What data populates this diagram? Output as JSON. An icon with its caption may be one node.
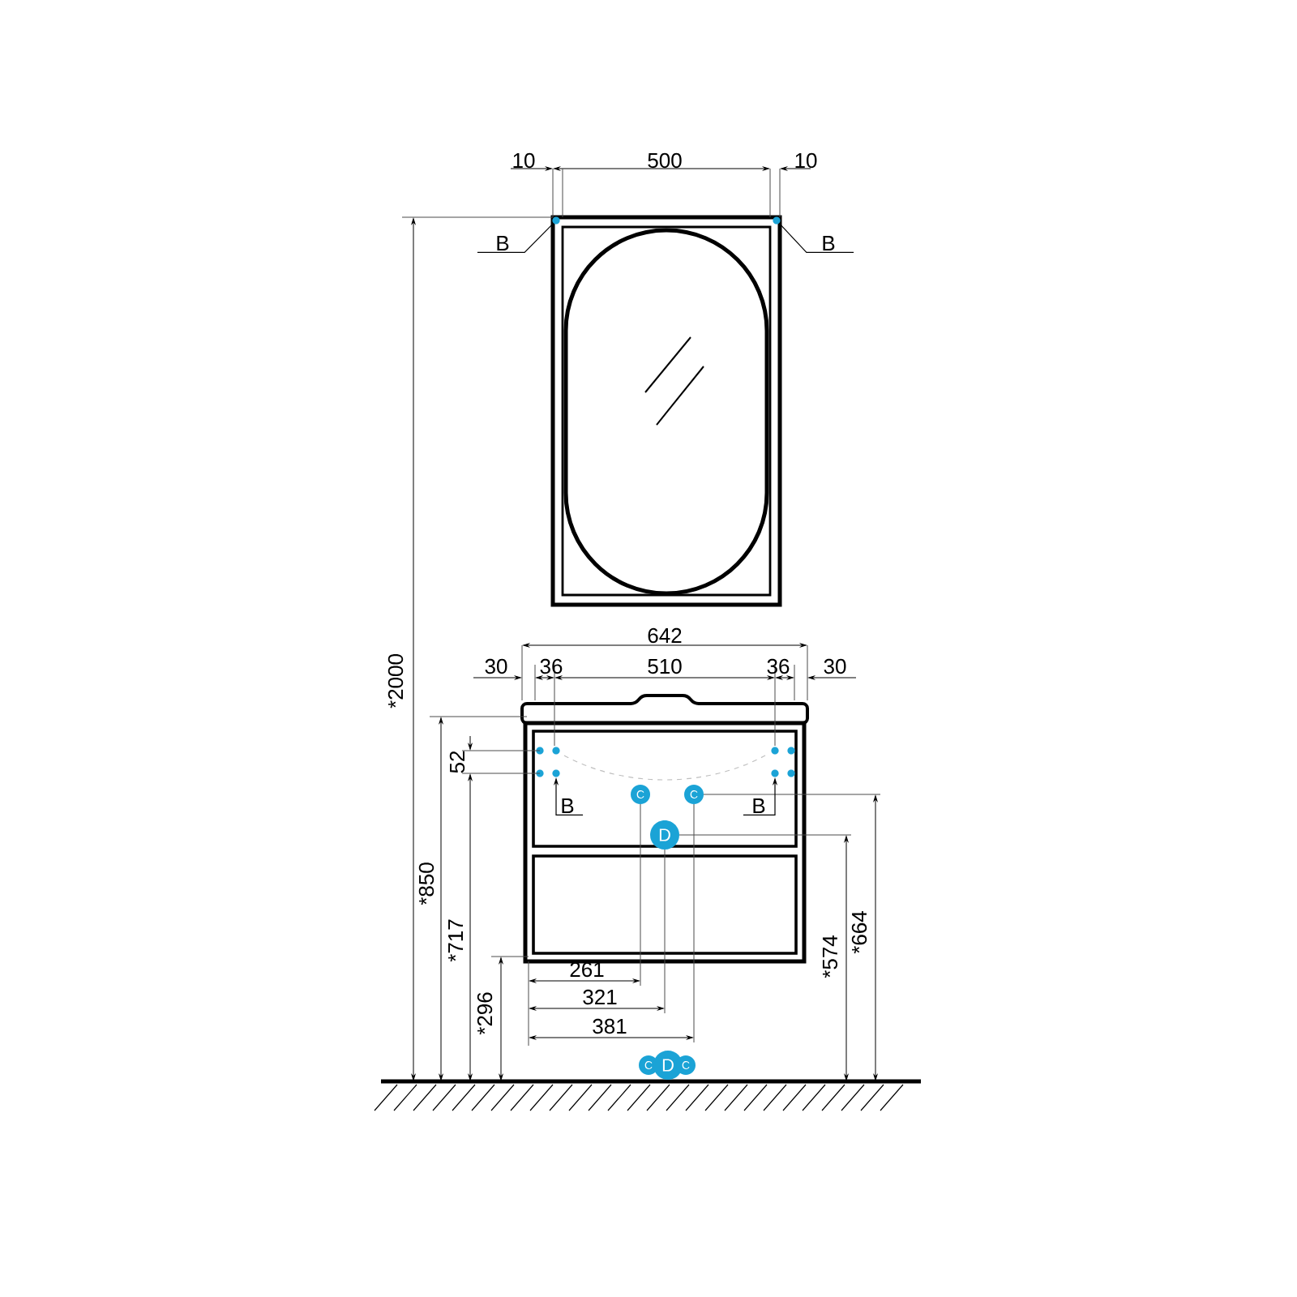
{
  "diagram": {
    "nodes": [
      {
        "text": [
          "B"
        ]
      },
      {
        "text": [],
        "shape": "circle"
      },
      {
        "text": [
          "B"
        ]
      },
      {
        "text": [],
        "shape": "circle"
      },
      {
        "text": [
          "B"
        ]
      },
      {
        "text": [],
        "shape": "circle"
      },
      {
        "text": [
          "B"
        ]
      },
      {
        "text": [],
        "shape": "circle"
      },
      {
        "text": [
          "C"
        ]
      },
      {
        "text": [
          "C"
        ]
      },
      {
        "text": [
          "D"
        ]
      },
      {
        "text": [
          "C"
        ]
      },
      {
        "text": [
          "D"
        ]
      },
      {
        "text": [
          "C"
        ]
      }
    ],
    "edges": [
      {
        "from": 0,
        "to": 1,
        "arrow": "none"
      },
      {
        "from": 2,
        "to": 3,
        "arrow": "none"
      },
      {
        "from": 4,
        "to": 5,
        "arrow": "to"
      },
      {
        "from": 6,
        "to": 7,
        "arrow": "to"
      }
    ],
    "labels": [
      "10",
      "500",
      "10",
      "642",
      "30",
      "36",
      "510",
      "36",
      "30",
      "*2000",
      "52",
      "*850",
      "*717",
      "*296",
      "261",
      "321",
      "381",
      "*574",
      "*664"
    ]
  }
}
